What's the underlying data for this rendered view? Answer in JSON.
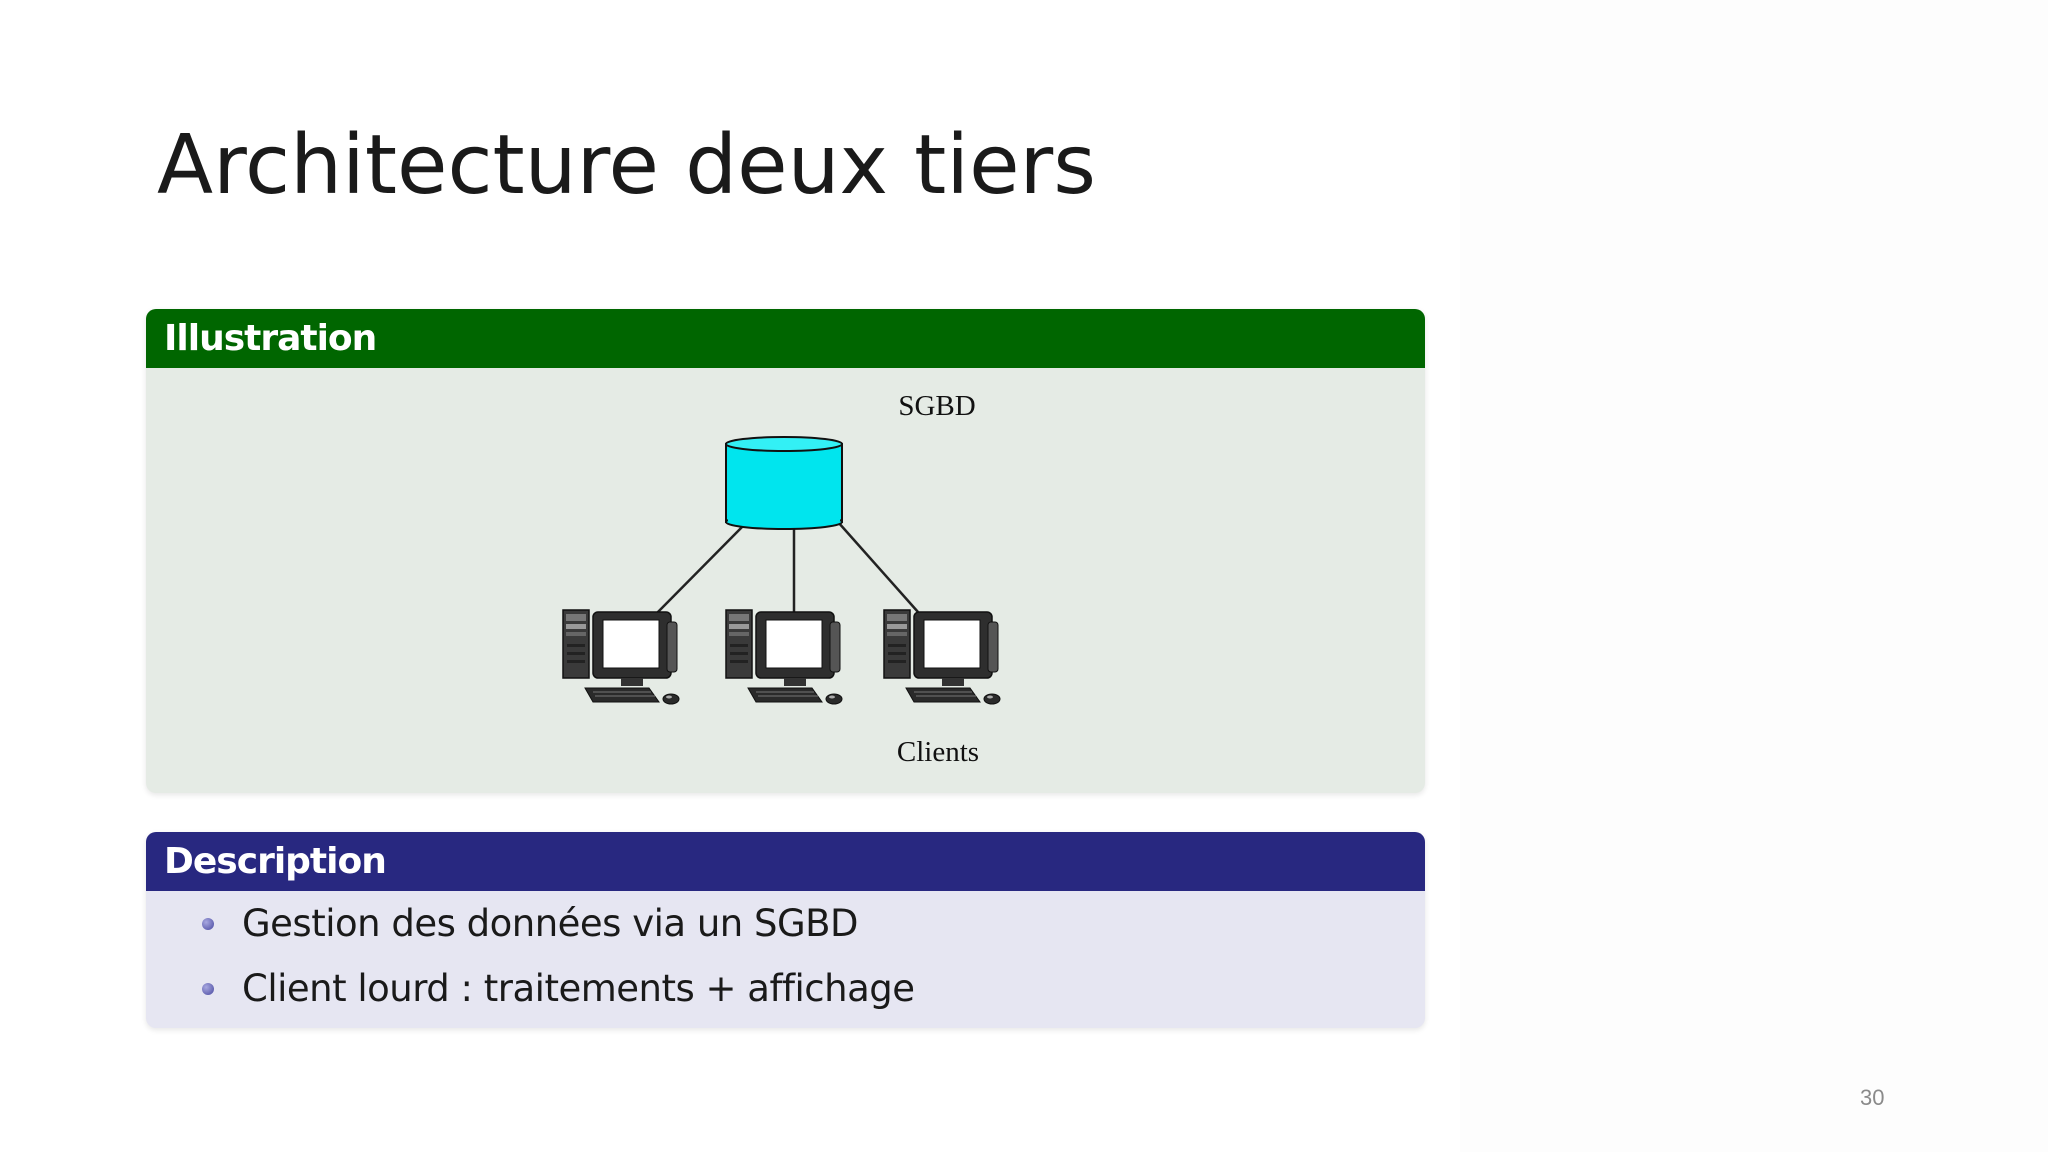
{
  "slide": {
    "title": "Architecture deux tiers",
    "page_number": "30"
  },
  "illustration_block": {
    "header": "Illustration",
    "header_color": "#006600",
    "body_color": "#e5ebe5",
    "diagram": {
      "server_label": "SGBD",
      "server_color": "#00e5ee",
      "clients_label": "Clients",
      "client_count": 3,
      "server_icon": "database-cylinder-icon",
      "client_icon": "desktop-computer-icon"
    }
  },
  "description_block": {
    "header": "Description",
    "header_color": "#282880",
    "body_color": "#e6e6f2",
    "items": [
      "Gestion des données via un SGBD",
      "Client lourd : traitements + affichage"
    ]
  }
}
